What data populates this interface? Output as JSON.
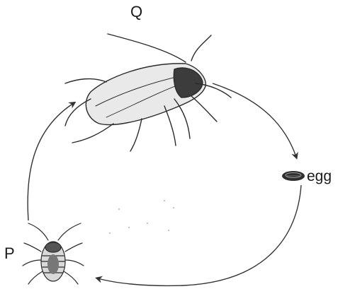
{
  "diagram": {
    "labels": {
      "adult": "Q",
      "nymph": "P",
      "egg": "egg"
    }
  }
}
